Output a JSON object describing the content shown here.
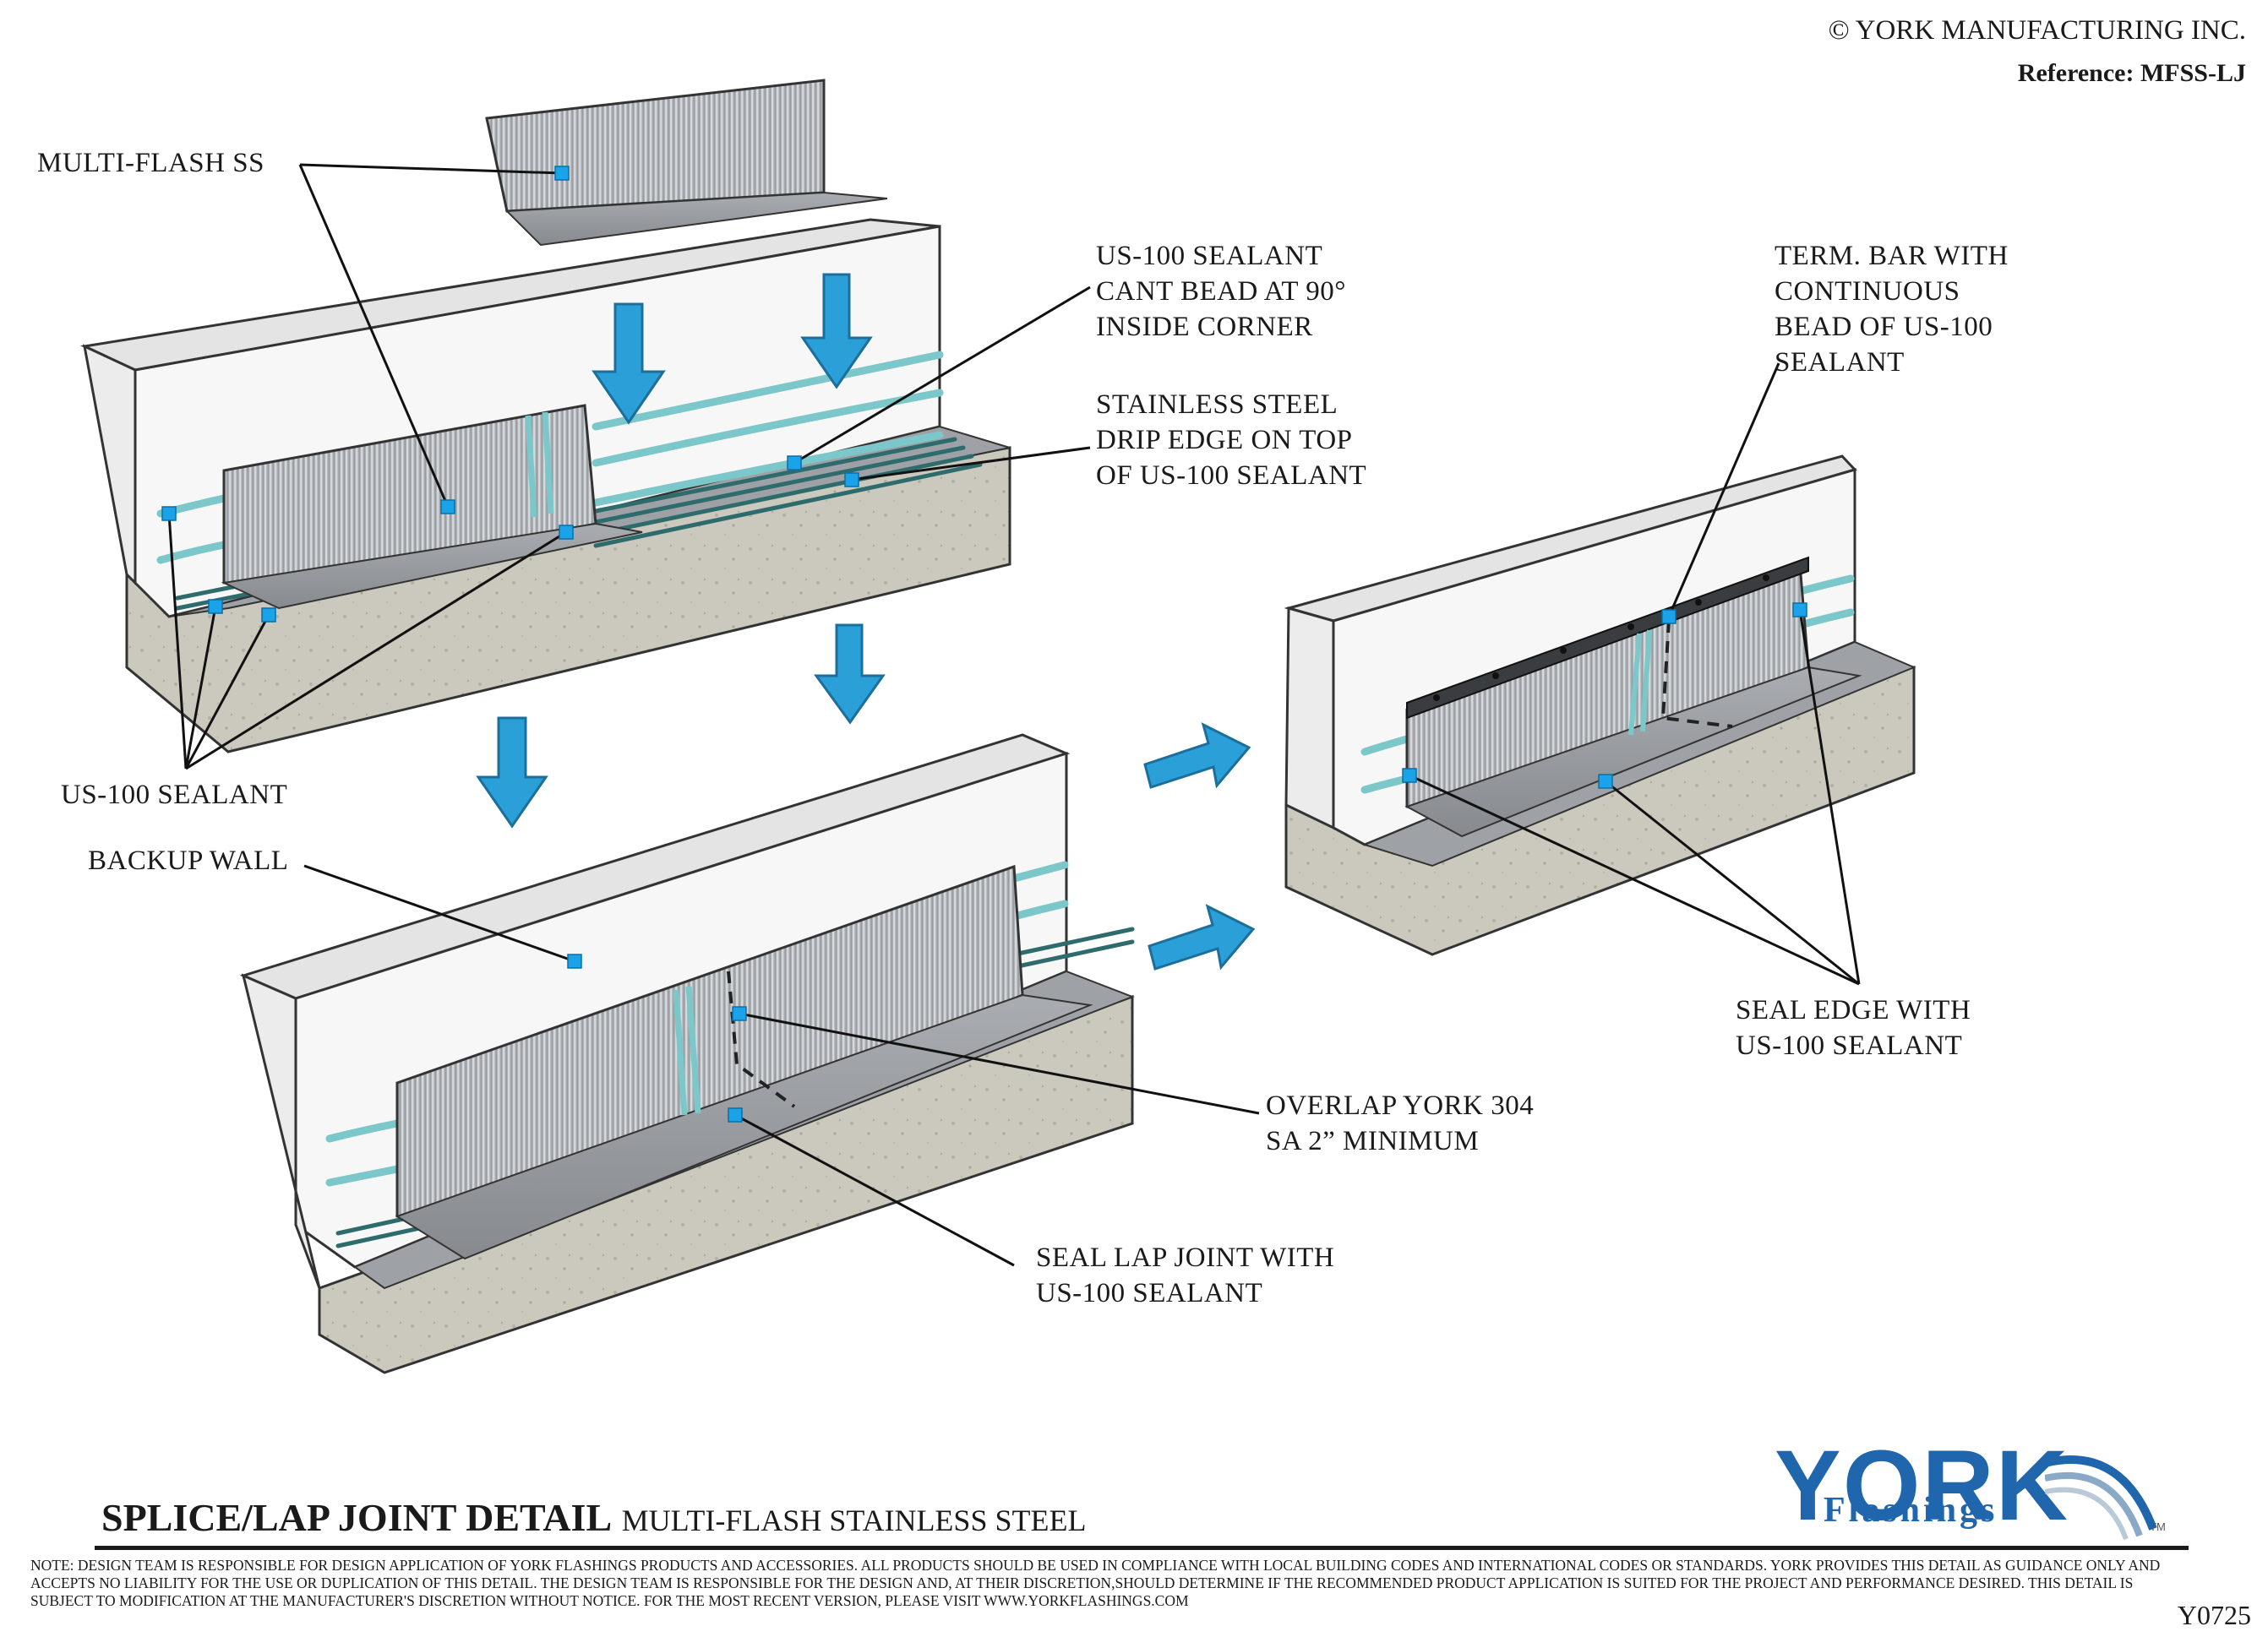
{
  "header": {
    "copyright": "© YORK MANUFACTURING INC.",
    "reference": "Reference: MFSS-LJ"
  },
  "labels": {
    "multi_flash_ss": "MULTI-FLASH SS",
    "cant_bead": "US-100 SEALANT\nCANT BEAD AT 90°\nINSIDE CORNER",
    "drip_edge": "STAINLESS STEEL\nDRIP EDGE ON TOP\nOF US-100 SEALANT",
    "term_bar": "TERM. BAR WITH\nCONTINUOUS\nBEAD OF US-100\nSEALANT",
    "us100_sealant": "US-100 SEALANT",
    "backup_wall": "BACKUP WALL",
    "overlap": "OVERLAP YORK 304\nSA 2” MINIMUM",
    "seal_lap": "SEAL LAP JOINT WITH\nUS-100 SEALANT",
    "seal_edge": "SEAL EDGE WITH\nUS-100 SEALANT"
  },
  "title": {
    "main": "SPLICE/LAP JOINT DETAIL",
    "sub": "MULTI-FLASH STAINLESS STEEL"
  },
  "note": "NOTE: DESIGN TEAM IS RESPONSIBLE FOR DESIGN APPLICATION OF YORK FLASHINGS PRODUCTS AND ACCESSORIES. ALL PRODUCTS SHOULD BE USED IN COMPLIANCE WITH LOCAL BUILDING CODES AND INTERNATIONAL CODES OR STANDARDS. YORK PROVIDES THIS DETAIL AS GUIDANCE ONLY AND ACCEPTS NO LIABILITY FOR THE USE OR DUPLICATION OF THIS DETAIL. THE DESIGN TEAM IS RESPONSIBLE FOR THE DESIGN AND, AT THEIR DISCRETION,SHOULD DETERMINE IF THE RECOMMENDED PRODUCT APPLICATION IS SUITED FOR THE PROJECT AND PERFORMANCE DESIRED. THIS DETAIL IS SUBJECT TO MODIFICATION AT THE MANUFACTURER'S DISCRETION WITHOUT NOTICE. FOR THE MOST RECENT VERSION, PLEASE VISIT WWW.YORKFLASHINGS.COM",
  "drawing_code": "Y0725",
  "logo": {
    "brand": "YORK",
    "tagline": "Flashings",
    "tm": "TM"
  },
  "colors": {
    "sealant": "#7cc7c9",
    "marker": "#1aa3e8",
    "arrow": "#2a9fd8",
    "steel": "#b8bcc0",
    "wall": "#f6f6f6",
    "concrete": "#c9c6ba",
    "logo": "#1f66ad"
  }
}
